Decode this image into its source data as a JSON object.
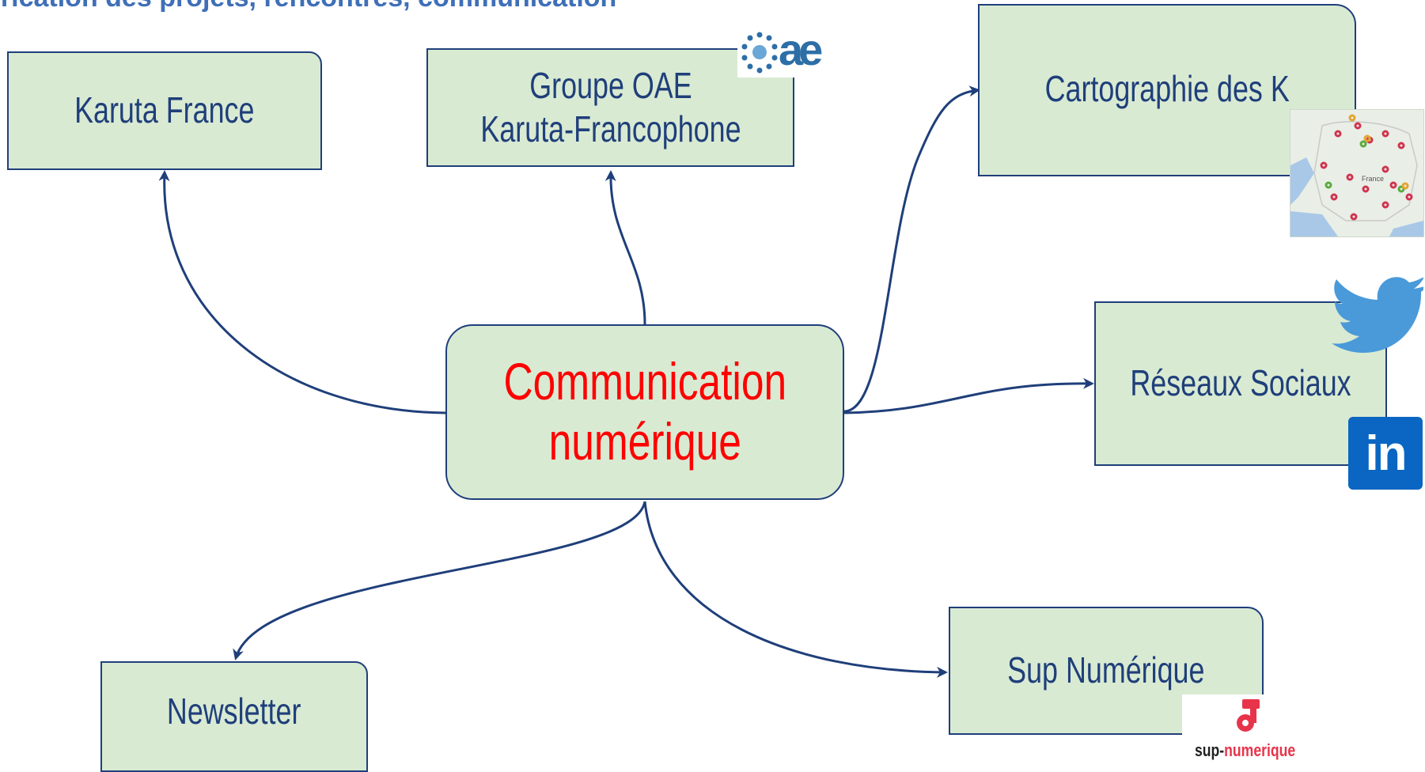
{
  "heading": "crication des projets, rencontres, communication",
  "center": {
    "line1": "Communication",
    "line2": "numérique"
  },
  "nodes": {
    "karuta_france": "Karuta France",
    "groupe_oae_line1": "Groupe OAE",
    "groupe_oae_line2": "Karuta-Francophone",
    "cartographie": "Cartographie des K",
    "reseaux": "Réseaux Sociaux",
    "newsletter": "Newsletter",
    "sup_numerique": "Sup Numérique"
  },
  "logos": {
    "linkedin": "in",
    "sup_part1": "sup-",
    "sup_part2": "numerique",
    "oae_text": "ae",
    "map_label_france": "France"
  },
  "colors": {
    "node_fill": "#d9ead3",
    "edge": "#1f3f7a",
    "center_text": "#ff0000",
    "heading": "#3f6fb8",
    "twitter": "#4a9ad9",
    "linkedin": "#0a66c2",
    "sup_red": "#e8344a"
  }
}
